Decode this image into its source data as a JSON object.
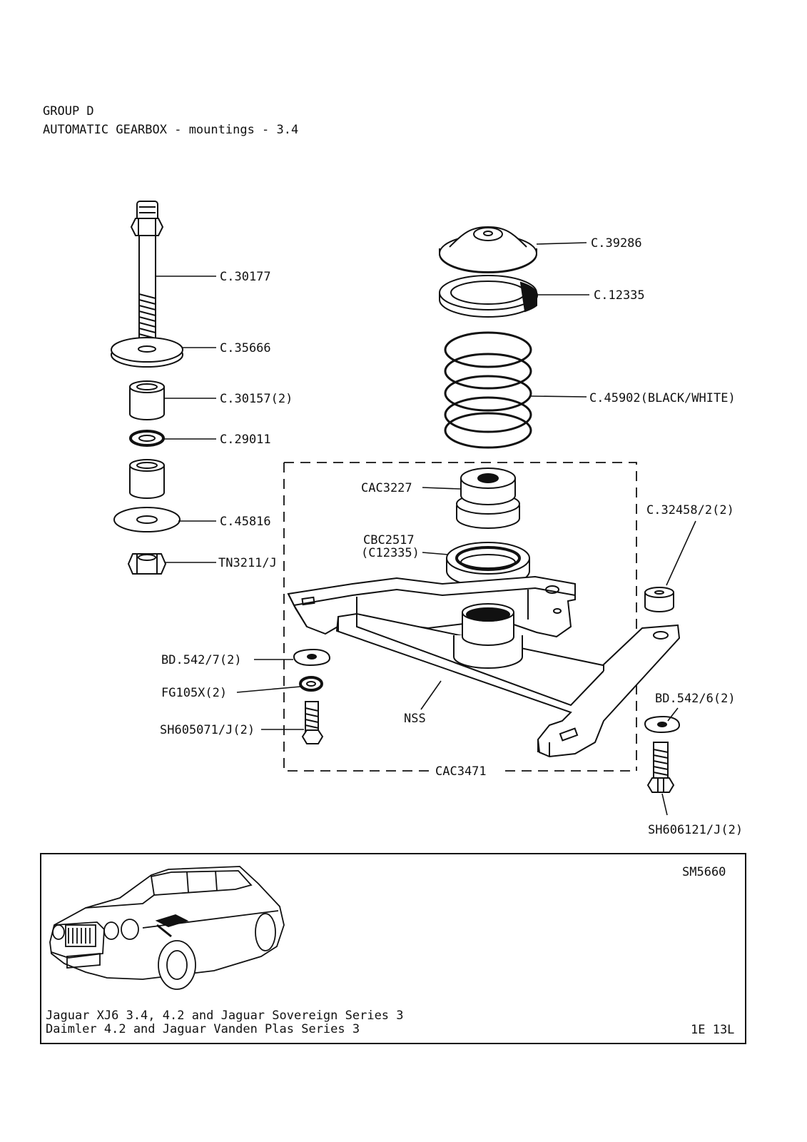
{
  "header": {
    "group": "GROUP D",
    "title": "AUTOMATIC GEARBOX - mountings - 3.4"
  },
  "parts": {
    "bolt": "C.30177",
    "large_washer": "C.35666",
    "sleeve": "C.30157(2)",
    "small_washer": "C.29011",
    "flat_washer": "C.45816",
    "nut": "TN3211/J",
    "top_cap": "C.39286",
    "ring": "C.12335",
    "spring": "C.45902(BLACK/WHITE)",
    "rubber_mount": "CAC3227",
    "seal_line1": "CBC2517",
    "seal_line2": "(C12335)",
    "spacer": "C.32458/2(2)",
    "plate_washer_left": "BD.542/7(2)",
    "spring_washer": "FG105X(2)",
    "screw_left": "SH605071/J(2)",
    "crossmember": "NSS",
    "plate_washer_right": "BD.542/6(2)",
    "assembly": "CAC3471",
    "screw_right": "SH606121/J(2)"
  },
  "footer": {
    "sheet_ref": "SM5660",
    "line1": "Jaguar XJ6 3.4, 4.2 and Jaguar Sovereign Series 3",
    "line2": "Daimler 4.2 and Jaguar Vanden Plas Series 3",
    "page": "1E 13L"
  }
}
